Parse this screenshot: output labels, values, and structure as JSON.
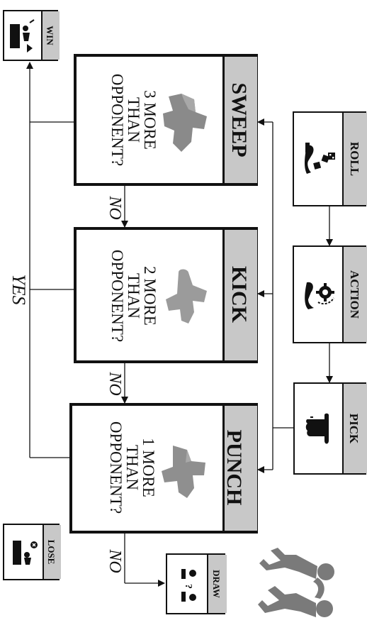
{
  "steps": {
    "roll": "ROLL",
    "action": "ACTION",
    "pick": "PICK"
  },
  "moves": [
    {
      "title": "SWEEP",
      "condition": "3 MORE\nTHAN\nOPPONENT?",
      "color": "#8a8a8a"
    },
    {
      "title": "KICK",
      "condition": "2 MORE\nTHAN\nOPPONENT?",
      "color": "#9b9b9b"
    },
    {
      "title": "PUNCH",
      "condition": "1 MORE\nTHAN\nOPPONENT?",
      "color": "#8f8f8f"
    }
  ],
  "outcomes": {
    "win": "WIN",
    "lose": "LOSE",
    "draw": "DRAW"
  },
  "labels": {
    "yes": "YES",
    "no": "NO"
  },
  "colors": {
    "tab": "#c8c8c8",
    "line": "#111111",
    "meeple": "#8f8f8f",
    "wrestlers": "#7a7a7a"
  }
}
